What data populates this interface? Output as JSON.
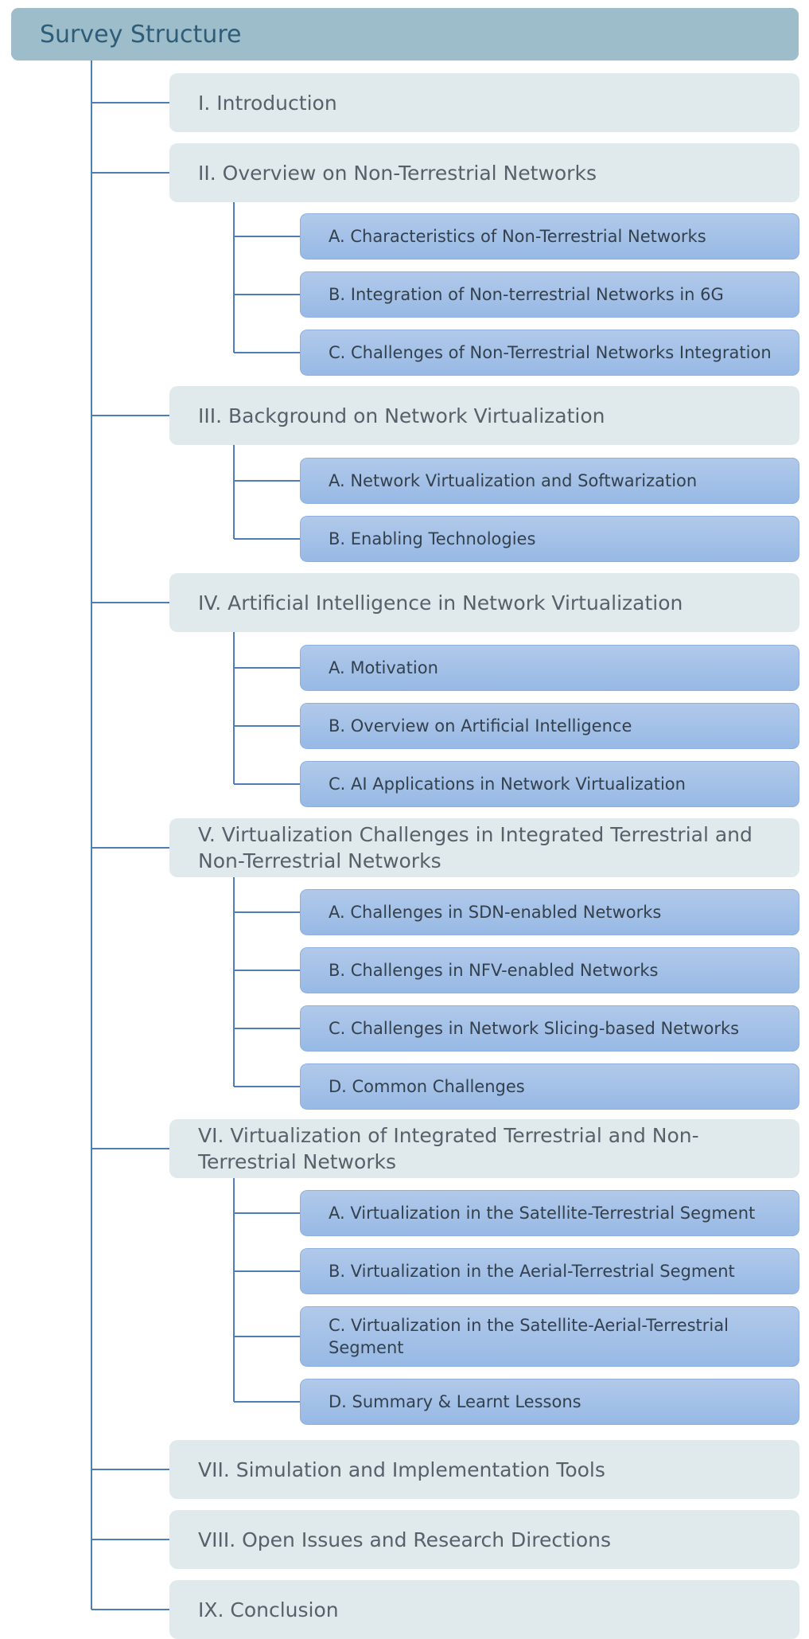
{
  "title": "Survey Structure",
  "sections": [
    {
      "label": "I. Introduction",
      "subs": []
    },
    {
      "label": "II. Overview on Non-Terrestrial Networks",
      "subs": [
        "A. Characteristics of Non-Terrestrial Networks",
        "B. Integration of Non-terrestrial Networks in 6G",
        "C. Challenges of Non-Terrestrial Networks Integration"
      ]
    },
    {
      "label": "III. Background on Network Virtualization",
      "subs": [
        "A. Network Virtualization and Softwarization",
        "B. Enabling Technologies"
      ]
    },
    {
      "label": "IV. Artificial Intelligence in Network Virtualization",
      "subs": [
        "A. Motivation",
        "B. Overview on Artificial Intelligence",
        "C. AI Applications in Network Virtualization"
      ]
    },
    {
      "label": "V. Virtualization Challenges in Integrated Terrestrial and Non-Terrestrial Networks",
      "subs": [
        "A. Challenges in SDN-enabled Networks",
        "B. Challenges in NFV-enabled Networks",
        "C. Challenges in Network Slicing-based Networks",
        "D. Common Challenges"
      ]
    },
    {
      "label": "VI. Virtualization of Integrated Terrestrial and Non-Terrestrial Networks",
      "subs": [
        "A. Virtualization in the Satellite-Terrestrial Segment",
        "B. Virtualization in the Aerial-Terrestrial Segment",
        "C. Virtualization in the Satellite-Aerial-Terrestrial Segment",
        "D. Summary & Learnt Lessons"
      ]
    },
    {
      "label": "VII. Simulation and Implementation Tools",
      "subs": []
    },
    {
      "label": "VIII. Open Issues and Research Directions",
      "subs": []
    },
    {
      "label": "IX. Conclusion",
      "subs": []
    }
  ]
}
